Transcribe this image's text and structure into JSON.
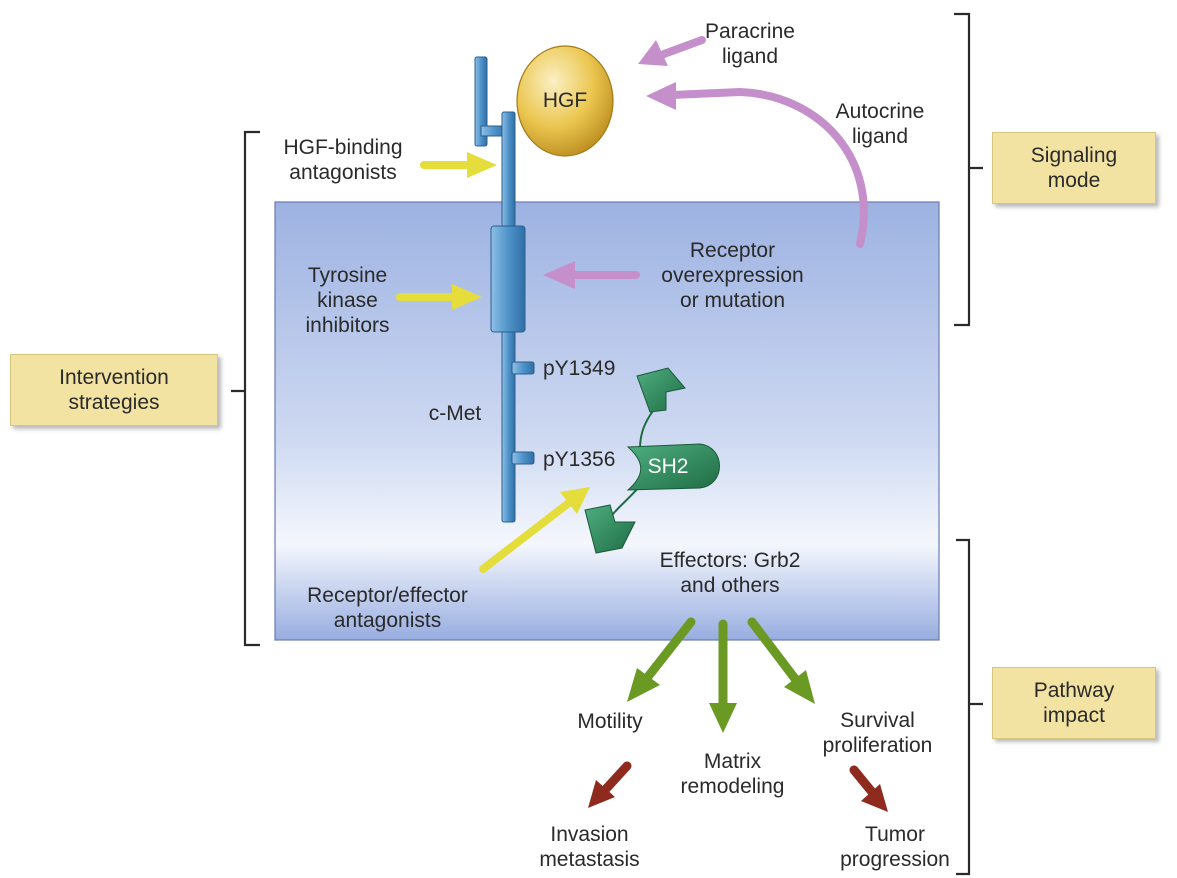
{
  "ligands": {
    "hgf": "HGF",
    "paracrine": [
      "Paracrine",
      "ligand"
    ],
    "autocrine": [
      "Autocrine",
      "ligand"
    ]
  },
  "receptor": {
    "name": "c-Met",
    "sites": [
      "pY1349",
      "pY1356"
    ],
    "domain": "SH2",
    "overexpression": [
      "Receptor",
      "overexpression",
      "or mutation"
    ]
  },
  "interventions": {
    "hgf_binding": [
      "HGF-binding",
      "antagonists"
    ],
    "tki": [
      "Tyrosine",
      "kinase",
      "inhibitors"
    ],
    "receptor_effector": [
      "Receptor/effector",
      "antagonists"
    ]
  },
  "effectors": [
    "Effectors: Grb2",
    "and others"
  ],
  "outcomes": {
    "motility": "Motility",
    "matrix": [
      "Matrix",
      "remodeling"
    ],
    "survival": [
      "Survival",
      "proliferation"
    ],
    "invasion": [
      "Invasion",
      "metastasis"
    ],
    "tumor": [
      "Tumor",
      "progression"
    ]
  },
  "categories": {
    "signaling": [
      "Signaling",
      "mode"
    ],
    "intervention": [
      "Intervention",
      "strategies"
    ],
    "pathway": [
      "Pathway",
      "impact"
    ]
  },
  "colors": {
    "cell": "#a8bbe6",
    "receptor": "#4f93c9",
    "ligand": "#e8c34a",
    "inhibitor_arrow": "#e4dd3c",
    "signal_arrow": "#c48fca",
    "outcome_arrow": "#6b9a24",
    "progression_arrow": "#8e2a1e",
    "effector": "#2f8a5a",
    "category_box": "#f2e3a3"
  }
}
